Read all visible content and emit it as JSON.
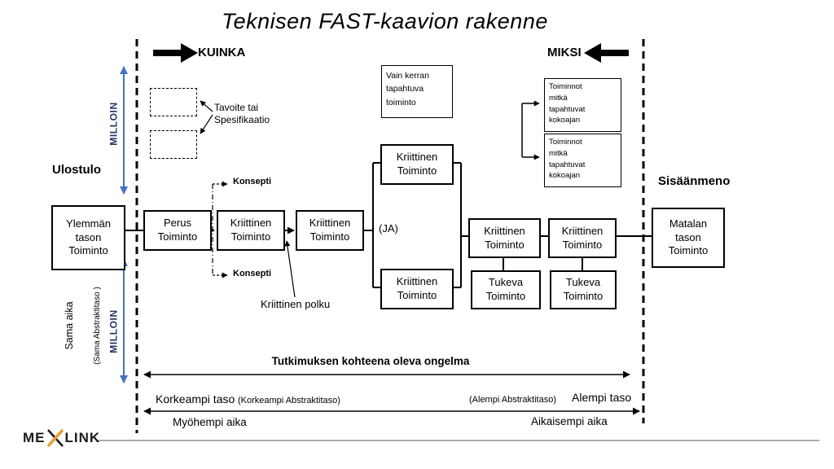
{
  "title": "Teknisen FAST-kaavion rakenne",
  "labels": {
    "kuinka": "KUINKA",
    "miksi": "MIKSI",
    "milloin": "MILLOIN",
    "ulostulo": "Ulostulo",
    "sisaanmeno": "Sisäänmeno",
    "sama_aika": "Sama aika",
    "sama_abstraktitaso": "(Sama Abstraktitaso )",
    "tavoite": "Tavoite tai\nSpesifikaatio",
    "konsepti": "Konsepti",
    "kriittinen_polku": "Kriittinen polku",
    "tutkimus": "Tutkimuksen kohteena oleva ongelma",
    "korkeampi_taso": "Korkeampi taso",
    "korkeampi_abstraktitaso": "(Korkeampi  Abstraktitaso)",
    "alempi_abstraktitaso": "(Alempi Abstraktitaso)",
    "alempi_taso": "Alempi taso",
    "myohempi_aika": "Myöhempi aika",
    "aikaisempi_aika": "Aikaisempi aika"
  },
  "boxes": {
    "higher_level": "Ylemmän\ntason\nToiminto",
    "basic": "Perus\nToiminto",
    "critical": "Kriittinen\nToiminto",
    "supporting": "Tukeva\nToiminto",
    "lower_level": "Matalan\ntason\nToiminto",
    "once_only": "Vain kerran\ntapahtuva\ntoiminto",
    "all_time": "Toiminnot\nmitkä\ntapahtuvat\nkokoajan",
    "and": "(JA)"
  },
  "logo": {
    "me": "ME",
    "link": "LINK"
  },
  "colors": {
    "arrow_blue": "#4472C4",
    "milloin_blue": "#1F3864",
    "logo_orange": "#E8A13C"
  }
}
